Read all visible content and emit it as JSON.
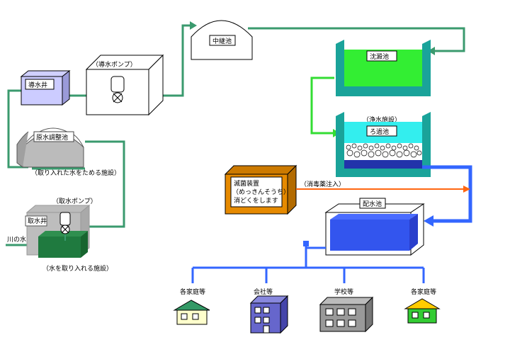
{
  "labels": {
    "pump_house_title": "（導水ポンプ）",
    "intake_well": "導水井",
    "relay_pond": "中継池",
    "sedimentation": "沈澱池",
    "purification_caption": "（浄水施設）",
    "filtration": "ろ過池",
    "raw_water_pond": "原水調整池",
    "raw_water_caption": "（取り入れた水をためる施設）",
    "sterilizer_line1": "滅菌装置",
    "sterilizer_line2": "（めっきんそうち）",
    "sterilizer_line3": "消どくをします",
    "disinfectant_injection": "（消毒薬注入）",
    "distribution_pond": "配水池",
    "intake_pump": "（取水ポンプ）",
    "intake_well_river": "取水井",
    "river_water": "川の水",
    "intake_caption": "（水を取り入れる施設）",
    "homes_left": "各家庭等",
    "company": "会社等",
    "school": "学校等",
    "homes_right": "各家庭等"
  },
  "icons": [
    "pump-icon",
    "house-icon",
    "office-building-icon",
    "school-building-icon"
  ],
  "colors": {
    "pipe_green": "#3a9a6e",
    "pipe_light_green": "#33dd33",
    "pipe_blue": "#3366ff",
    "pipe_orange": "#ff6611",
    "sedimentation_water": "#33ee33",
    "filtration_water": "#33eeee",
    "distribution_water": "#3355ee",
    "tank_wall": "#1aa39a",
    "sterilizer_box": "#e68a00",
    "house_left_roof": "#339966",
    "house_right_roof": "#ffcc00",
    "house_right_body": "#33cc33",
    "house_left_body": "#ffffcc",
    "company_building": "#6666cc",
    "school_building": "#999999"
  }
}
